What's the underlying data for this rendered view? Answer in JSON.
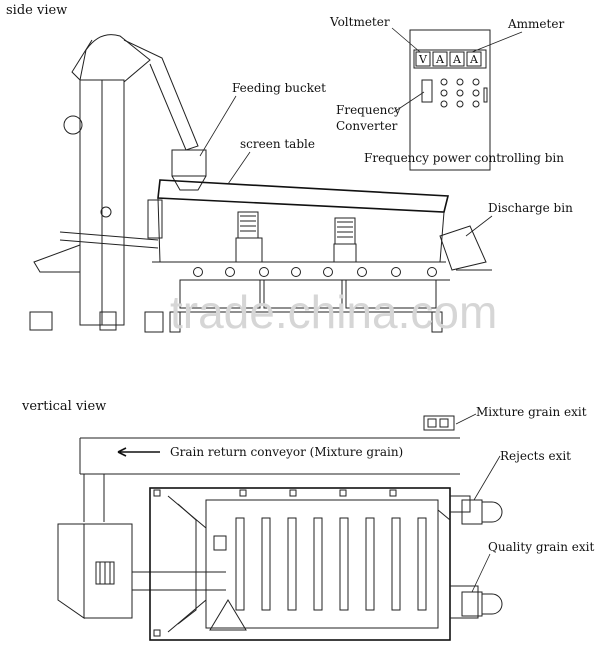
{
  "side_view": {
    "title": "side view",
    "labels": {
      "voltmeter": "Voltmeter",
      "ammeter": "Ammeter",
      "feeding_bucket": "Feeding bucket",
      "frequency_converter_line1": "Frequency",
      "frequency_converter_line2": "Converter",
      "screen_table": "screen table",
      "frequency_power_bin": "Frequency power controlling bin",
      "discharge_bin": "Discharge bin"
    },
    "meter_faces": [
      "V",
      "A",
      "A",
      "A"
    ]
  },
  "vertical_view": {
    "title": "vertical view",
    "labels": {
      "mixture_grain_exit": "Mixture grain exit",
      "grain_return_conveyor": "Grain return conveyor (Mixture grain)",
      "rejects_exit": "Rejects exit",
      "quality_grain_exit": "Quality grain exit"
    }
  },
  "watermark": "trade.china.com",
  "colors": {
    "line": "#222222",
    "watermark": "#d6d6d6",
    "background": "#ffffff"
  }
}
